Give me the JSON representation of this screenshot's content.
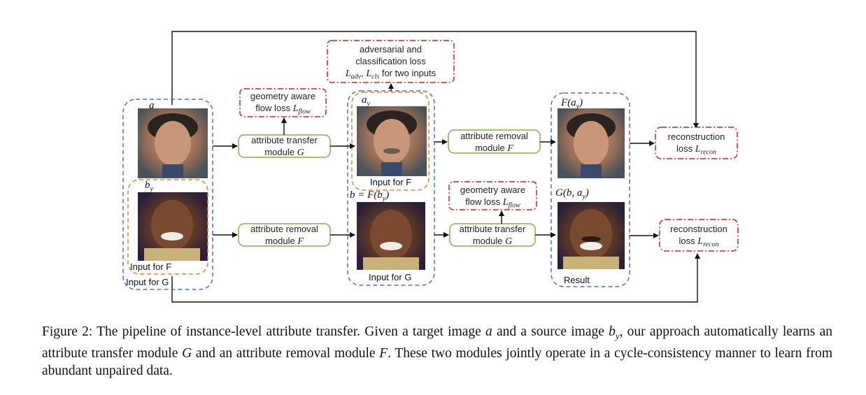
{
  "labels": {
    "a": "a",
    "b_y": "b",
    "b_y_sub": "y",
    "a_y": "a",
    "a_y_sub": "y",
    "b_eq": "b = F(b",
    "b_eq_close": ")",
    "F_ay": "F(a",
    "F_ay_close": ")",
    "G_b_ay": "G(b, a",
    "G_b_ay_close": ")",
    "input_for_F_1": "Input for F",
    "input_for_G_1": "Input for G",
    "input_for_F_2": "Input for F",
    "input_for_G_2": "Input for G",
    "result": "Result"
  },
  "boxes": {
    "attr_transfer_G_top": {
      "line1": "attribute transfer",
      "line2_text": "module ",
      "line2_math": "G"
    },
    "attr_removal_F_bottom": {
      "line1": "attribute removal",
      "line2_text": "module ",
      "line2_math": "F"
    },
    "attr_removal_F_top": {
      "line1": "attribute removal",
      "line2_text": "module ",
      "line2_math": "F"
    },
    "attr_transfer_G_bottom": {
      "line1": "attribute transfer",
      "line2_text": "module ",
      "line2_math": "G"
    }
  },
  "losses": {
    "geometry_top": {
      "line1": "geometry aware",
      "line2_text": "flow loss ",
      "line2_math": "L",
      "line2_sub": "flow"
    },
    "geometry_bottom": {
      "line1": "geometry aware",
      "line2_text": "flow loss ",
      "line2_math": "L",
      "line2_sub": "flow"
    },
    "adversarial": {
      "line1": "adversarial and",
      "line2": "classification  loss",
      "line3_math1": "L",
      "line3_sub1": "adv",
      "line3_sep": ", ",
      "line3_math2": "L",
      "line3_sub2": "cls",
      "line3_text": " for two inputs"
    },
    "recon_top": {
      "line1": "reconstruction",
      "line2_text": "loss ",
      "line2_math": "L",
      "line2_sub": "recon"
    },
    "recon_bottom": {
      "line1": "reconstruction",
      "line2_text": "loss ",
      "line2_math": "L",
      "line2_sub": "recon"
    }
  },
  "caption": {
    "p1": "Figure 2: The pipeline of instance-level attribute transfer. Given a target image ",
    "m1": "a",
    "p2": " and a source image ",
    "m2": "b",
    "m2_sub": "y",
    "p3": ", our approach automatically learns an attribute transfer module ",
    "m3": "G",
    "p4": " and an attribute removal module ",
    "m4": "F",
    "p5": ". These two modules jointly operate in a cycle-consistency manner to learn from abundant unpaired data."
  },
  "colors": {
    "blue_dash": "#4a72c4",
    "orange_dash": "#e8802a",
    "red_dash": "#d42020",
    "green_box": "#7ab648",
    "line": "#111111"
  }
}
